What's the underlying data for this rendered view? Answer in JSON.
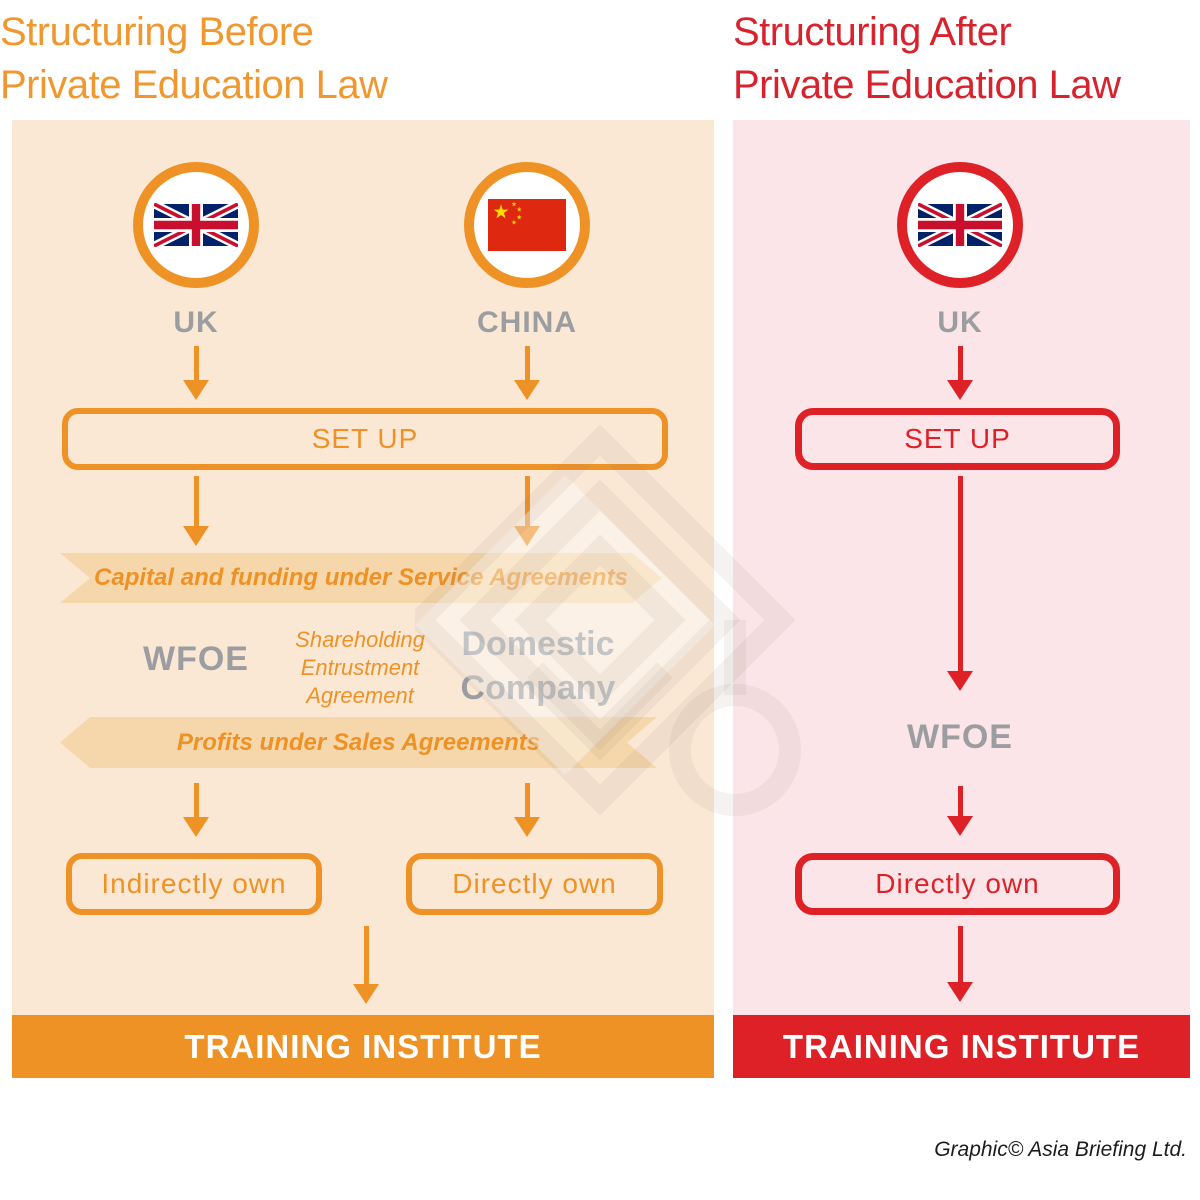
{
  "left": {
    "title_line1": "Structuring Before",
    "title_line2": "Private Education Law",
    "country_labels": [
      "UK",
      "CHINA"
    ],
    "setup_label": "SET UP",
    "banner_top": "Capital and funding under Service Agreements",
    "wfoe_label": "WFOE",
    "note_lines": [
      "Shareholding",
      "Entrustment",
      "Agreement"
    ],
    "domestic_lines": [
      "Domestic",
      "Company"
    ],
    "banner_bottom": "Profits under Sales Agreements",
    "own_labels": [
      "Indirectly own",
      "Directly own"
    ],
    "footer": "TRAINING INSTITUTE"
  },
  "right": {
    "title_line1": "Structuring After",
    "title_line2": "Private Education Law",
    "country_label": "UK",
    "setup_label": "SET UP",
    "wfoe_label": "WFOE",
    "own_label": "Directly own",
    "footer": "TRAINING INSTITUTE"
  },
  "credit": "Graphic© Asia Briefing Ltd.",
  "icons": {
    "uk_flag": "uk-flag-icon",
    "china_flag": "china-flag-icon",
    "down_arrow": "down-arrow-icon",
    "watermark": "asia-briefing-watermark"
  },
  "colors": {
    "orange": "#EF9226",
    "orange-title": "#F0982F",
    "banner-bg": "#F6D7AB",
    "panel-left-bg": "#FAE8D5",
    "red": "#DE2127",
    "red-title": "#D8232E",
    "panel-right-bg": "#FBE5E8",
    "gray-text": "#9C9DA0"
  }
}
